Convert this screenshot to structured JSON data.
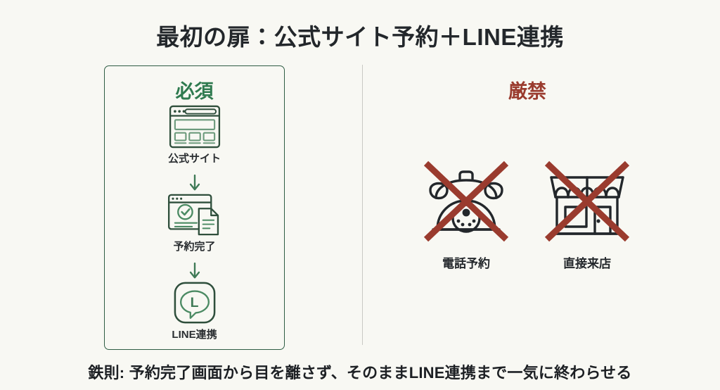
{
  "slide": {
    "title": "最初の扉：公式サイト予約＋LINE連携",
    "background_color": "#f8f8f3",
    "footer_note": "鉄則: 予約完了画面から目を離さず、そのままLINE連携まで一気に終わらせる"
  },
  "must_column": {
    "heading": "必須",
    "heading_color": "#2f7a4f",
    "box_border_color": "#2f5d44",
    "arrow_color": "#3f7a56",
    "arrow_glyph": "↓",
    "steps": [
      {
        "label": "公式サイト",
        "icon": "browser-window-icon"
      },
      {
        "label": "予約完了",
        "icon": "booking-confirmed-icon"
      },
      {
        "label": "LINE連携",
        "icon": "line-app-icon"
      }
    ]
  },
  "forbidden_column": {
    "heading": "厳禁",
    "heading_color": "#9a3b2e",
    "cross_color": "#9a3b2e",
    "items": [
      {
        "label": "電話予約",
        "icon": "rotary-telephone-icon"
      },
      {
        "label": "直接来店",
        "icon": "storefront-icon"
      }
    ]
  }
}
